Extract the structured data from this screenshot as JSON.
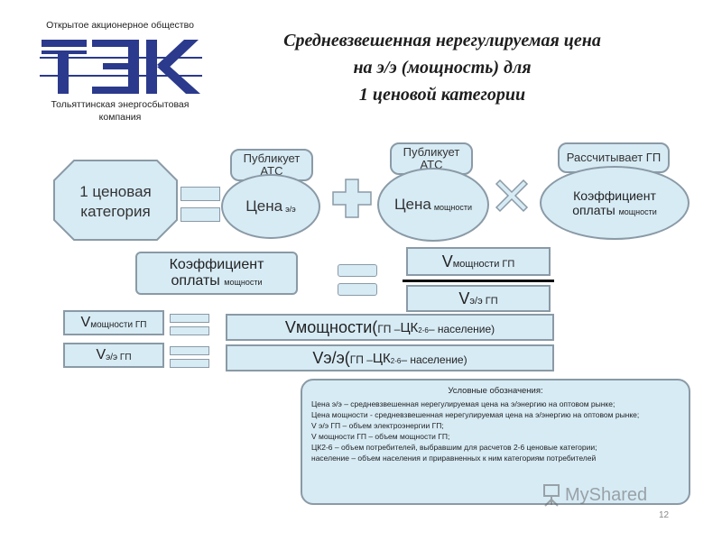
{
  "logo": {
    "top_text": "Открытое акционерное общество",
    "letters": "ТЭК",
    "bottom_text_1": "Тольяттинская энергосбытовая",
    "bottom_text_2": "компания"
  },
  "title": {
    "line1": "Средневзвешенная нерегулируемая цена",
    "line2": "на э/э (мощность) для",
    "line3": "1 ценовой категории"
  },
  "row1": {
    "category": "1 ценовая категория",
    "label_ats_1": "Публикует АТС",
    "price_ee": "Цена",
    "price_ee_sub": "э/э",
    "label_ats_2": "Публикует АТС",
    "price_power": "Цена",
    "price_power_sub": "мощности",
    "label_gp": "Рассчитывает ГП",
    "coef": "Коэффициент",
    "coef_2": "оплаты",
    "coef_sub": "мощности"
  },
  "row2": {
    "coef": "Коэффициент",
    "coef_2": "оплаты",
    "coef_sub": "мощности",
    "num": "V",
    "num_sub": "мощности ГП",
    "den": "V",
    "den_sub": "э/э ГП"
  },
  "row3": {
    "left": "V",
    "left_sub": "мощности ГП",
    "right": "Vмощности(",
    "right_sub1": "ГП – ",
    "right_ck": "ЦК",
    "right_sub2": "2-6",
    "right_sub3": " – население",
    "right_end": ")"
  },
  "row4": {
    "left": "V",
    "left_sub": "э/э ГП",
    "right": "Vэ/э(",
    "right_sub1": "ГП – ",
    "right_ck": "ЦК",
    "right_sub2": "2-6",
    "right_sub3": " – население",
    "right_end": ")"
  },
  "legend": {
    "heading": "Условные обозначения:",
    "items": [
      "Цена э/э – средневзвешенная нерегулируемая цена на э/энергию на оптовом рынке;",
      "Цена мощности - средневзвешенная нерегулируемая цена на э/энергию на оптовом рынке;",
      "V э/э ГП – объем электроэнергии ГП;",
      "V мощности ГП – объем мощности ГП;",
      "ЦК2-6 – объем потребителей, выбравшим для расчетов 2-6 ценовые категории;",
      "население – объем населения и приравненных к ним категориям потребителей"
    ]
  },
  "watermark": "MyShared",
  "page_number": "12",
  "colors": {
    "box_fill": "#d7ebf5",
    "box_border": "#8a9aa6",
    "logo_blue": "#2b3a8c"
  }
}
